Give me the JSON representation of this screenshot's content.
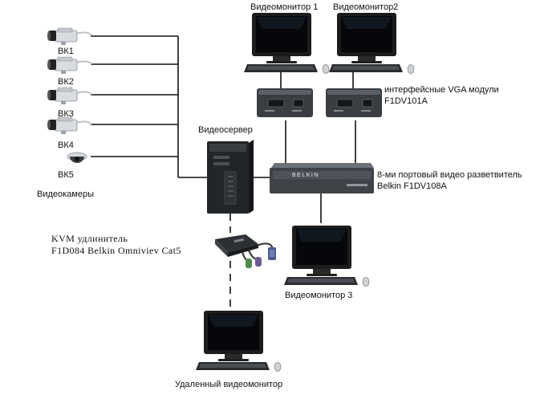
{
  "cameras": [
    {
      "label": "ВК1",
      "icon": "box-camera-icon"
    },
    {
      "label": "ВК2",
      "icon": "box-camera-icon"
    },
    {
      "label": "ВК3",
      "icon": "box-camera-icon"
    },
    {
      "label": "ВК4",
      "icon": "box-camera-icon"
    },
    {
      "label": "ВК5",
      "icon": "dome-camera-icon"
    }
  ],
  "labels": {
    "cameras_group": "Видеокамеры",
    "server": "Видеосервер",
    "monitor1": "Видеомонитор 1",
    "monitor2": "Видеомонитор2",
    "vga_modules_line1": "интерфейсные VGA модули",
    "vga_modules_line2": "F1DV101A",
    "splitter_line1": "8-ми портовый видео разветвитель",
    "splitter_line2": "Belkin F1DV108A",
    "splitter_brand": "BELKIN",
    "kvm_line1": "KVM удлинитель",
    "kvm_line2": "F1D084 Belkin Omniviev Cat5",
    "monitor3": "Видеомонитор 3",
    "remote_monitor": "Удаленный видеомонитор"
  },
  "colors": {
    "line": "#111111",
    "device_dark": "#2f3236",
    "device_mid": "#545a60",
    "screen": "#05070a",
    "monitor_frame": "#1c1c1c"
  }
}
